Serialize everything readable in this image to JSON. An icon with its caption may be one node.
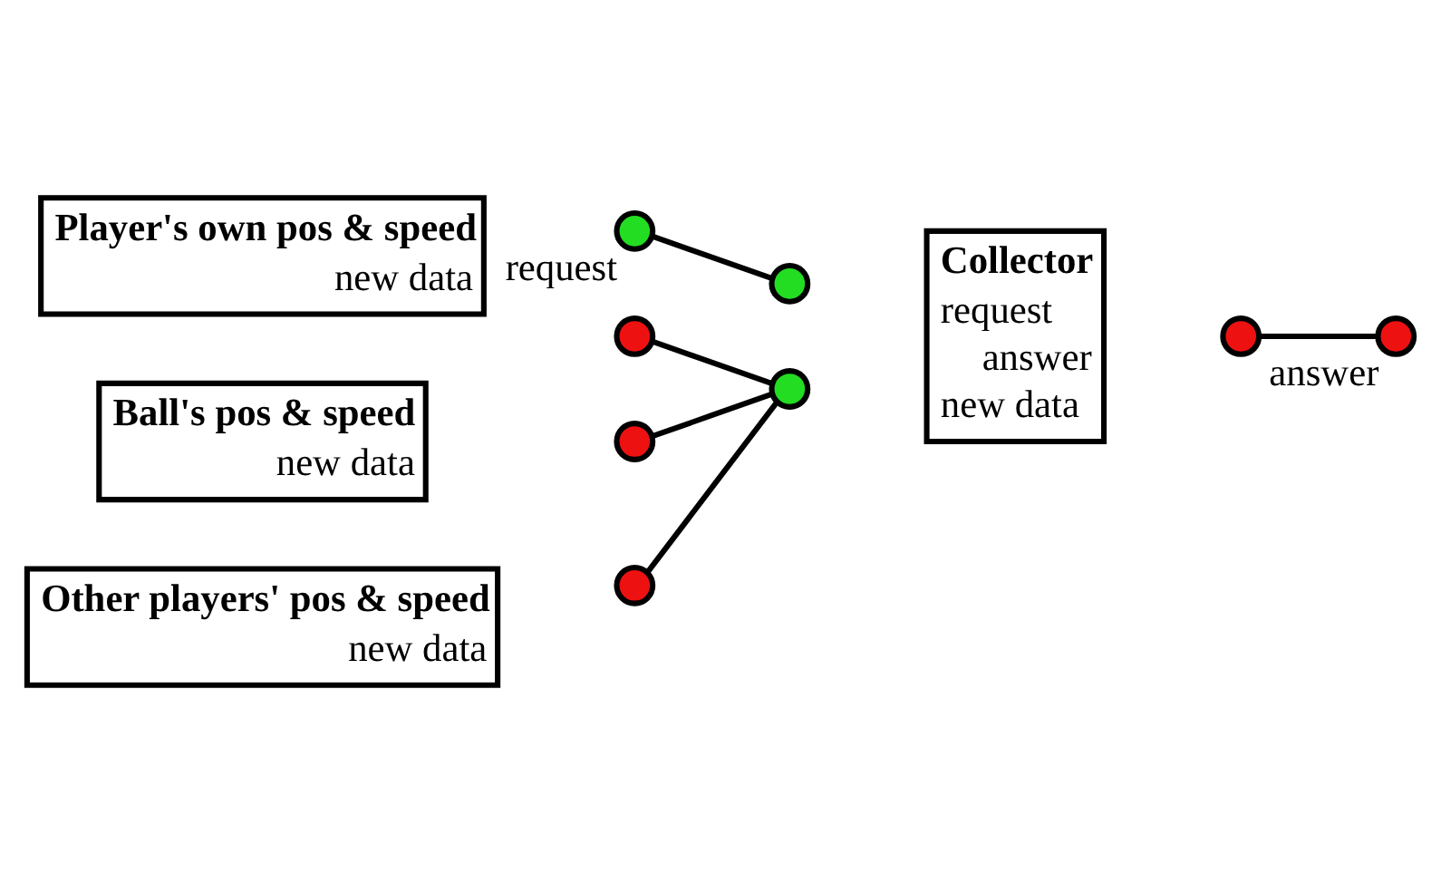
{
  "diagram": {
    "nodes": [
      {
        "text": [
          "Collector",
          "request",
          "answer",
          "new data"
        ]
      },
      {
        "text": [],
        "shape": "circle",
        "beside": [
          "request"
        ]
      },
      {
        "text": [],
        "shape": "circle"
      },
      {
        "text": [],
        "shape": "circle"
      },
      {
        "text": [],
        "shape": "circle"
      },
      {
        "text": [],
        "shape": "circle",
        "beside": [
          "answer"
        ]
      },
      {
        "text": [
          "Player's own pos & speed",
          "new data"
        ]
      },
      {
        "text": [],
        "shape": "circle"
      },
      {
        "text": [
          "Ball's pos & speed",
          "new data"
        ]
      },
      {
        "text": [],
        "shape": "circle"
      },
      {
        "text": [
          "Other players' pos & speed",
          "new data"
        ]
      },
      {
        "text": [],
        "shape": "circle"
      }
    ],
    "edges": [
      {
        "from": 1,
        "to": 2,
        "arrow": "none"
      },
      {
        "from": 4,
        "to": 5,
        "arrow": "none"
      },
      {
        "from": 7,
        "to": 3,
        "arrow": "none"
      },
      {
        "from": 9,
        "to": 3,
        "arrow": "none"
      },
      {
        "from": 11,
        "to": 3,
        "arrow": "none"
      }
    ]
  }
}
